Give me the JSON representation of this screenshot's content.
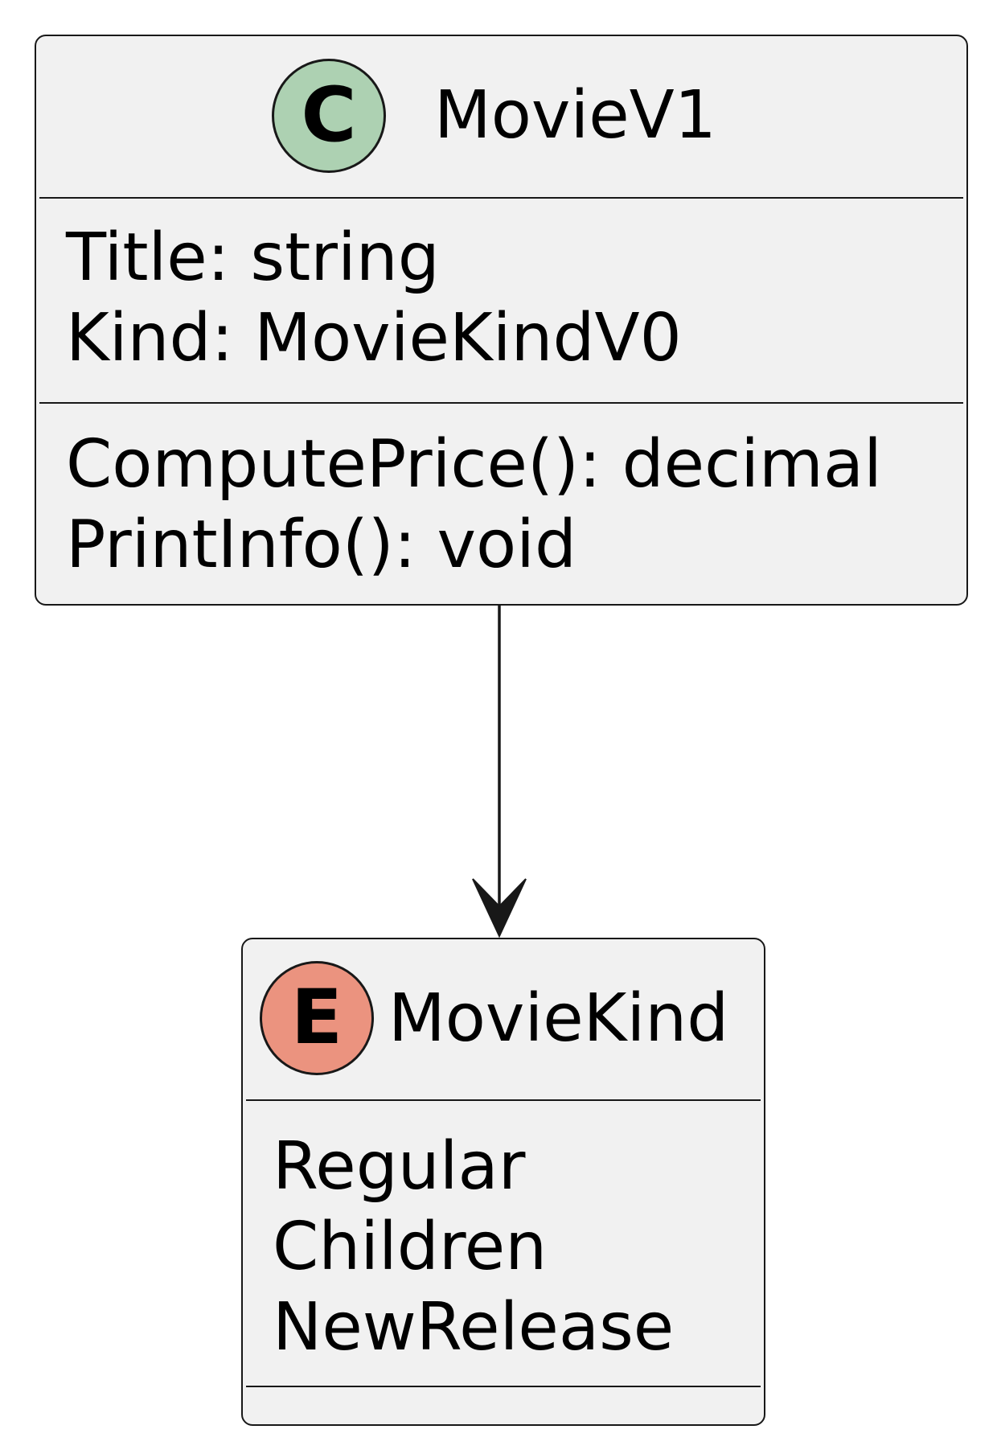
{
  "diagram": {
    "class": {
      "stereotype_letter": "C",
      "name": "MovieV1",
      "fields": [
        "Title: string",
        "Kind: MovieKindV0"
      ],
      "methods": [
        "ComputePrice(): decimal",
        "PrintInfo(): void"
      ],
      "circle_color": "#add1b2"
    },
    "enum": {
      "stereotype_letter": "E",
      "name": "MovieKind",
      "values": [
        "Regular",
        "Children",
        "NewRelease"
      ],
      "circle_color": "#eb937f"
    },
    "relation": {
      "from": "MovieV1",
      "to": "MovieKind",
      "kind": "association",
      "arrowhead": "open-filled"
    },
    "colors": {
      "box_fill": "#f1f1f1",
      "border": "#181818"
    }
  }
}
